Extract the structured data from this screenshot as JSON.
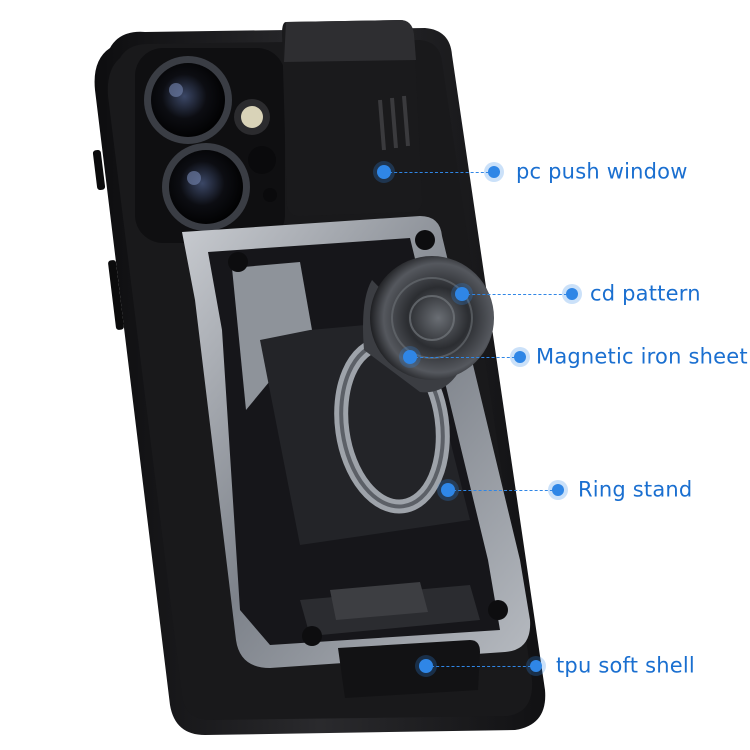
{
  "callouts": [
    {
      "id": "pc-push-window",
      "label": "pc push window"
    },
    {
      "id": "cd-pattern",
      "label": "cd pattern"
    },
    {
      "id": "magnetic-iron-sheet",
      "label": "Magnetic iron sheet"
    },
    {
      "id": "ring-stand",
      "label": "Ring stand"
    },
    {
      "id": "tpu-soft-shell",
      "label": "tpu soft shell"
    }
  ],
  "colors": {
    "accent": "#2f86e6",
    "label": "#1a6fd0",
    "case": "#1b1b1d",
    "armor": "#8a8f96"
  }
}
